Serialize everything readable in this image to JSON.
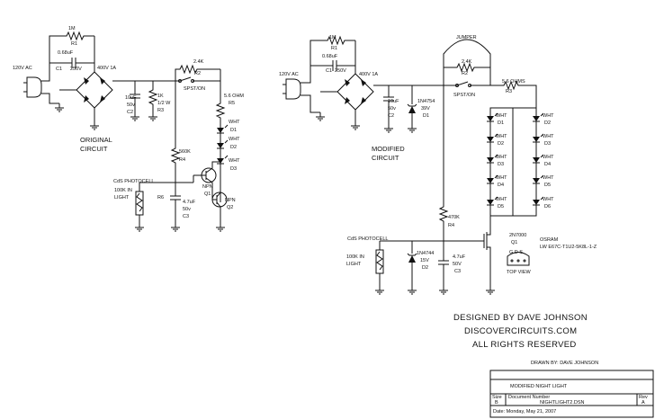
{
  "original": {
    "caption": [
      "ORIGINAL",
      "CIRCUIT"
    ],
    "input": "120V AC",
    "r1": [
      "1M",
      "R1"
    ],
    "c1": [
      "0.68uF",
      "C1",
      "250V"
    ],
    "bridge": "400V 1A",
    "r2": [
      "2.4K",
      "R2"
    ],
    "switch": "SPST/ON",
    "c2": [
      "10uF",
      "50v",
      "C2"
    ],
    "r3": [
      "1K",
      "1/2 W",
      "R3"
    ],
    "r5": [
      "5.6 OHM",
      "R5"
    ],
    "leds": [
      [
        "WHT",
        "D1"
      ],
      [
        "WHT",
        "D2"
      ],
      [
        "WHT",
        "D3"
      ]
    ],
    "r4": [
      "560K",
      "R4"
    ],
    "cds": "CdS PHOTOCELL",
    "ldr": [
      "100K IN",
      "LIGHT"
    ],
    "r6": "R6",
    "c3": [
      "4.7uF",
      "50v",
      "C3"
    ],
    "q1": [
      "NPN",
      "Q1"
    ],
    "q2": [
      "NPN",
      "Q2"
    ]
  },
  "modified": {
    "caption": [
      "MODIFIED",
      "CIRCUIT"
    ],
    "input": "120V AC",
    "r1": [
      "1M",
      "R1"
    ],
    "c1": [
      "0.68uF",
      "C1",
      "250V"
    ],
    "bridge": "400V 1A",
    "jumper": "JUMPER",
    "r2": [
      "2.4K",
      "R2"
    ],
    "switch": "SPST/ON",
    "c2": [
      "10uF",
      "50v",
      "C2"
    ],
    "zener": [
      "1N4754",
      "39V",
      "D1"
    ],
    "r3": [
      "5.6 OHMS",
      "R3"
    ],
    "leds_left": [
      [
        "WHT",
        "D1"
      ],
      [
        "WHT",
        "D2"
      ],
      [
        "WHT",
        "D3"
      ],
      [
        "WHT",
        "D4"
      ],
      [
        "WHT",
        "D5"
      ]
    ],
    "leds_right": [
      [
        "WHT",
        "D2"
      ],
      [
        "WHT",
        "D3"
      ],
      [
        "WHT",
        "D4"
      ],
      [
        "WHT",
        "D5"
      ],
      [
        "WHT",
        "D6"
      ]
    ],
    "r4": [
      "470K",
      "R4"
    ],
    "mosfet": [
      "2N7000",
      "Q1"
    ],
    "cds": "CdS PHOTOCELL",
    "ldr": [
      "100K IN",
      "LIGHT"
    ],
    "zener2": [
      "1N4744",
      "15V",
      "D2"
    ],
    "c3": [
      "4.7uF",
      "50V",
      "C3"
    ],
    "led_note": [
      "OSRAM",
      "LW E67C-T1U2-5K8L-1-Z"
    ],
    "top_view": [
      "G D S",
      "TOP VIEW"
    ]
  },
  "credits": [
    "DESIGNED BY DAVE JOHNSON",
    "DISCOVERCIRCUITS.COM",
    "ALL RIGHTS RESERVED"
  ],
  "drawn_by": "DRAWN BY: DAVE JOHNSON",
  "title_block": {
    "title": "MODIFIED NIGHT LIGHT",
    "size_label": "Size",
    "size_value": "B",
    "doc_label": "Document Number",
    "doc_value": "NIGHTLIGHT2.DSN",
    "rev_label": "Rev",
    "rev_value": "A",
    "date": "Date: Monday, May 21, 2007"
  }
}
